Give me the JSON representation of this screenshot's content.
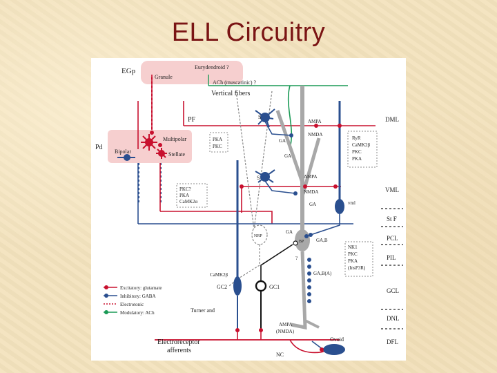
{
  "slide": {
    "title": "ELL Circuitry"
  },
  "colors": {
    "excitatory": "#c8102e",
    "inhibitory": "#2a4f8f",
    "electrotonic": "#c8102e",
    "modulatory": "#1a9a56",
    "pink_region": "#f6cfcf",
    "gray_cell": "#a8a8a8"
  },
  "diagram": {
    "regions": {
      "egp": "EGp",
      "granule": "Granule",
      "eurydendroid": "Eurydendroid ?",
      "pd": "Pd",
      "multipolar": "Multipolar",
      "stellate": "Stellate",
      "bipolar": "Bipolar"
    },
    "fibers": {
      "ach": "ACh (muscarinic) ?",
      "vertical_fibers": "Vertical fibers",
      "pf": "PF",
      "st_f": "St F",
      "electroreceptor_line1": "Electroreceptor",
      "electroreceptor_line2": "afferents",
      "nc": "NC"
    },
    "cells": {
      "s_upper": "S",
      "s_lower": "S",
      "nrp": "NRP",
      "bp": "BP",
      "vml_cell": "vml",
      "gc2": "GC2",
      "gc1": "GC1",
      "ovoid": "Ovoid",
      "turner_and": "Turner and"
    },
    "receptors": {
      "ampa_top": "AMPA",
      "nmda_top": "NMDA",
      "ga_1": "GA",
      "ga_2": "GA",
      "ampa_mid": "AMPA",
      "nmda_mid": "NMDA",
      "ga_3": "GA",
      "ga_4": "GA",
      "gab": "GA,B",
      "gab_bottom": "GA,B(A)",
      "ampa_low": "AMPA",
      "nmda_low": "(NMDA)",
      "q": "?"
    },
    "signaling": {
      "box1": [
        "PKA",
        "PKC"
      ],
      "box2": [
        "RyR",
        "CaMK2β",
        "PKC",
        "PKA"
      ],
      "box3": [
        "PKC?",
        "PKA",
        "CaMK2α"
      ],
      "box4": [
        "NK1",
        "PKC",
        "PKA",
        "(InsP3R)"
      ],
      "camk2b": "CaMK2β"
    },
    "layers": [
      "DML",
      "VML",
      "St F",
      "PCL",
      "PIL",
      "GCL",
      "DNL",
      "DFL"
    ],
    "legend": [
      {
        "label": "Excitatory: glutamate",
        "color": "#c8102e"
      },
      {
        "label": "Inhibitory: GABA",
        "color": "#2a4f8f"
      },
      {
        "label": "Electrotonic",
        "color": "#c8102e"
      },
      {
        "label": "Modulatory: ACh",
        "color": "#1a9a56"
      }
    ]
  }
}
